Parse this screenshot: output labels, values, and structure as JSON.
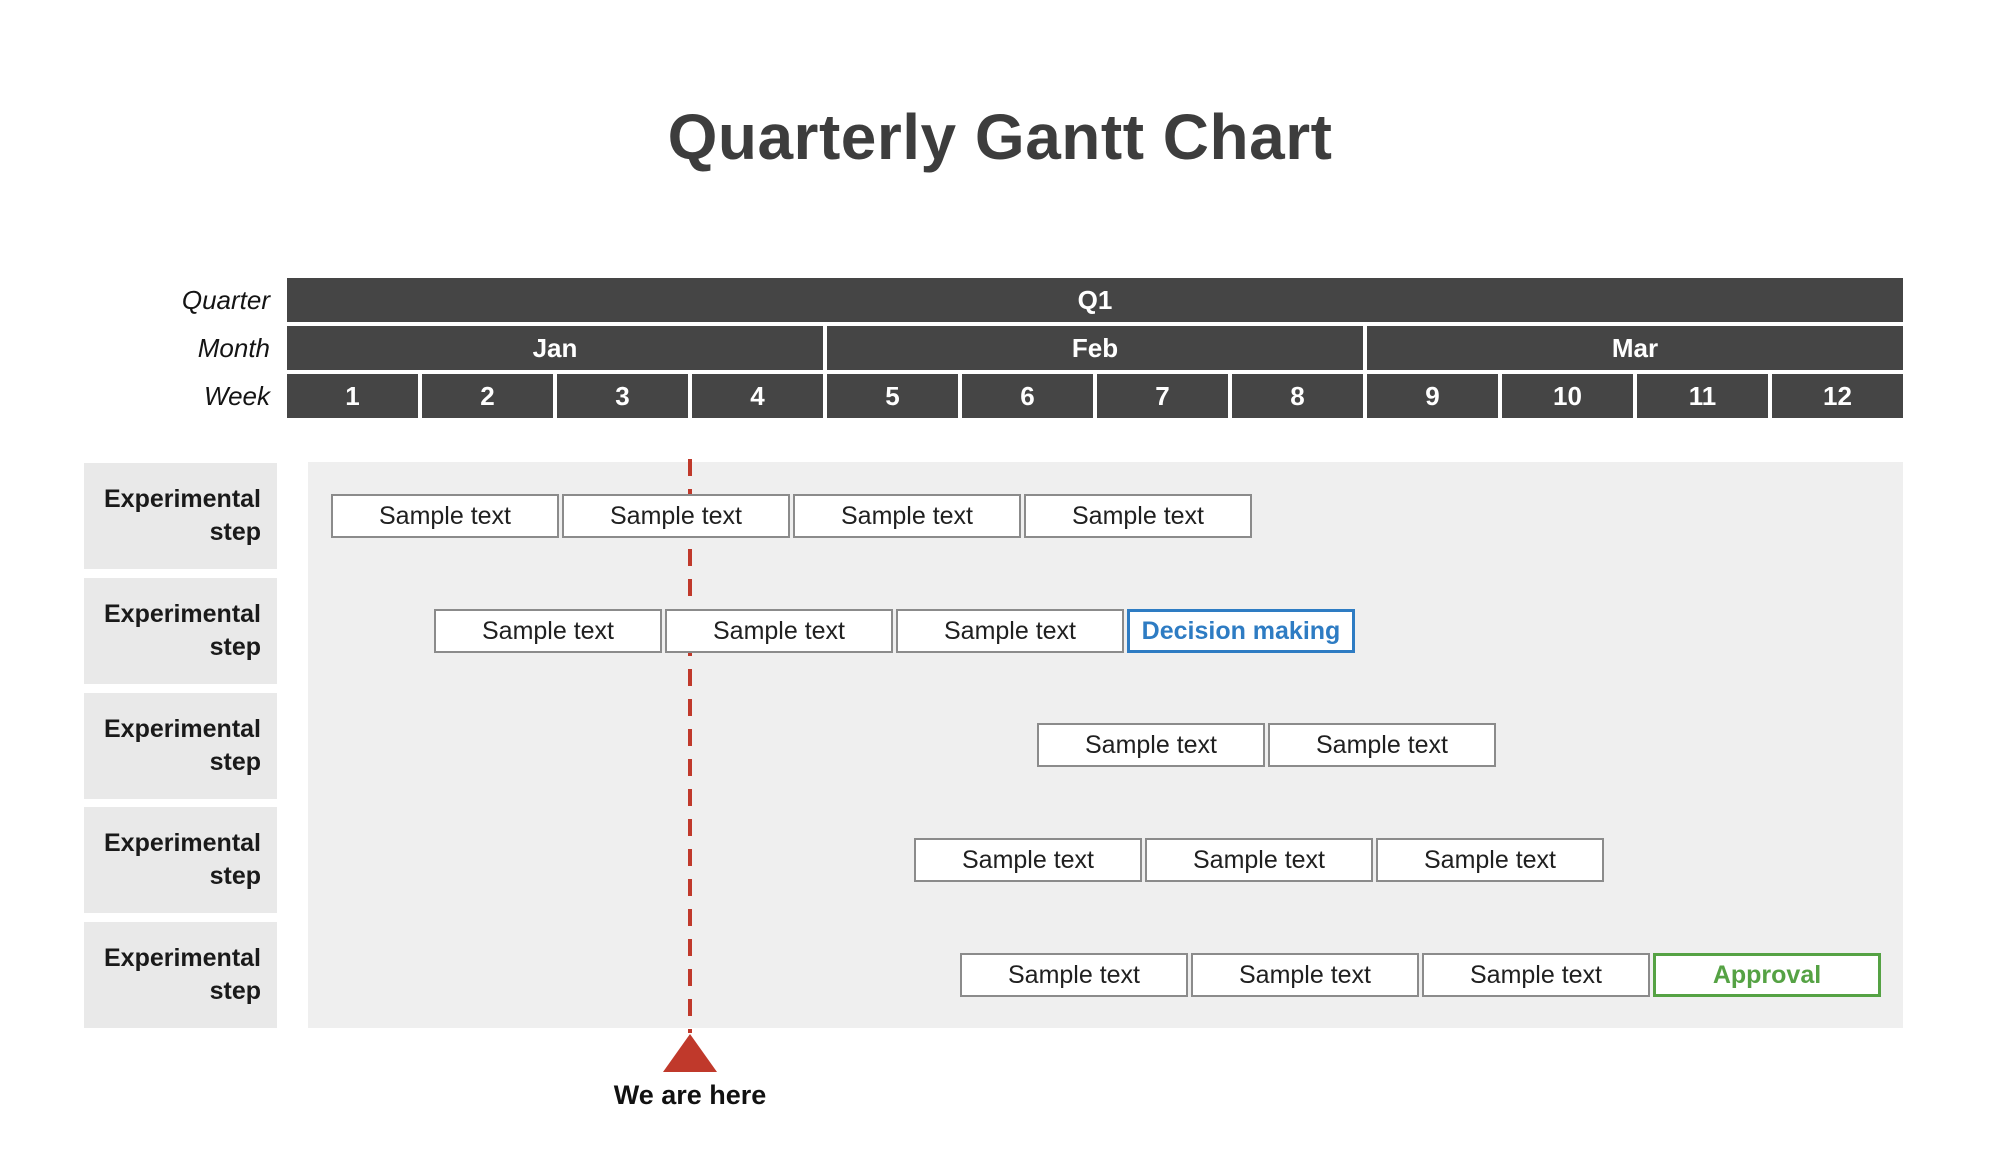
{
  "title": "Quarterly Gantt Chart",
  "header": {
    "row_labels": {
      "quarter": "Quarter",
      "month": "Month",
      "week": "Week"
    },
    "quarter": "Q1",
    "months": [
      "Jan",
      "Feb",
      "Mar"
    ],
    "weeks": [
      "1",
      "2",
      "3",
      "4",
      "5",
      "6",
      "7",
      "8",
      "9",
      "10",
      "11",
      "12"
    ]
  },
  "rows": [
    {
      "label": "Experimental step",
      "bars": [
        {
          "label": "Sample text",
          "status": "default"
        },
        {
          "label": "Sample text",
          "status": "default"
        },
        {
          "label": "Sample text",
          "status": "default"
        },
        {
          "label": "Sample text",
          "status": "default"
        }
      ]
    },
    {
      "label": "Experimental step",
      "bars": [
        {
          "label": "Sample text",
          "status": "default"
        },
        {
          "label": "Sample text",
          "status": "default"
        },
        {
          "label": "Sample text",
          "status": "default"
        },
        {
          "label": "Decision making",
          "status": "decision"
        }
      ]
    },
    {
      "label": "Experimental step",
      "bars": [
        {
          "label": "Sample text",
          "status": "default"
        },
        {
          "label": "Sample text",
          "status": "default"
        }
      ]
    },
    {
      "label": "Experimental step",
      "bars": [
        {
          "label": "Sample text",
          "status": "default"
        },
        {
          "label": "Sample text",
          "status": "default"
        },
        {
          "label": "Sample text",
          "status": "default"
        }
      ]
    },
    {
      "label": "Experimental step",
      "bars": [
        {
          "label": "Sample text",
          "status": "default"
        },
        {
          "label": "Sample text",
          "status": "default"
        },
        {
          "label": "Sample text",
          "status": "default"
        },
        {
          "label": "Approval",
          "status": "approval"
        }
      ]
    }
  ],
  "timeline_marker": {
    "label": "We are here",
    "at_week": 4.0
  },
  "colors": {
    "header_cell": "#454545",
    "header_text": "#ffffff",
    "chart_background": "#efefef",
    "row_label_background": "#e9e9e9",
    "bar_border": "#8b8b8b",
    "decision_blue": "#2e7cc3",
    "approval_green": "#55a244",
    "marker_red": "#c0392b",
    "title_gray": "#3d3d3d"
  },
  "chart_data": {
    "type": "bar",
    "subtype": "gantt",
    "title": "Quarterly Gantt Chart",
    "x_axis": {
      "quarter": "Q1",
      "months": [
        "Jan",
        "Feb",
        "Mar"
      ],
      "weeks": [
        1,
        2,
        3,
        4,
        5,
        6,
        7,
        8,
        9,
        10,
        11,
        12
      ]
    },
    "now_marker": {
      "label": "We are here",
      "week_position": 4.0
    },
    "tasks": [
      {
        "row": 1,
        "row_label": "Experimental step",
        "start_week": 1.3,
        "end_week": 8.2,
        "segments": [
          "Sample text",
          "Sample text",
          "Sample text",
          "Sample text"
        ]
      },
      {
        "row": 2,
        "row_label": "Experimental step",
        "start_week": 2.1,
        "end_week": 8.9,
        "segments": [
          "Sample text",
          "Sample text",
          "Sample text",
          "Decision making"
        ]
      },
      {
        "row": 3,
        "row_label": "Experimental step",
        "start_week": 6.6,
        "end_week": 10.0,
        "segments": [
          "Sample text",
          "Sample text"
        ]
      },
      {
        "row": 4,
        "row_label": "Experimental step",
        "start_week": 5.7,
        "end_week": 10.8,
        "segments": [
          "Sample text",
          "Sample text",
          "Sample text"
        ]
      },
      {
        "row": 5,
        "row_label": "Experimental step",
        "start_week": 6.0,
        "end_week": 12.8,
        "segments": [
          "Sample text",
          "Sample text",
          "Sample text",
          "Approval"
        ]
      }
    ]
  }
}
